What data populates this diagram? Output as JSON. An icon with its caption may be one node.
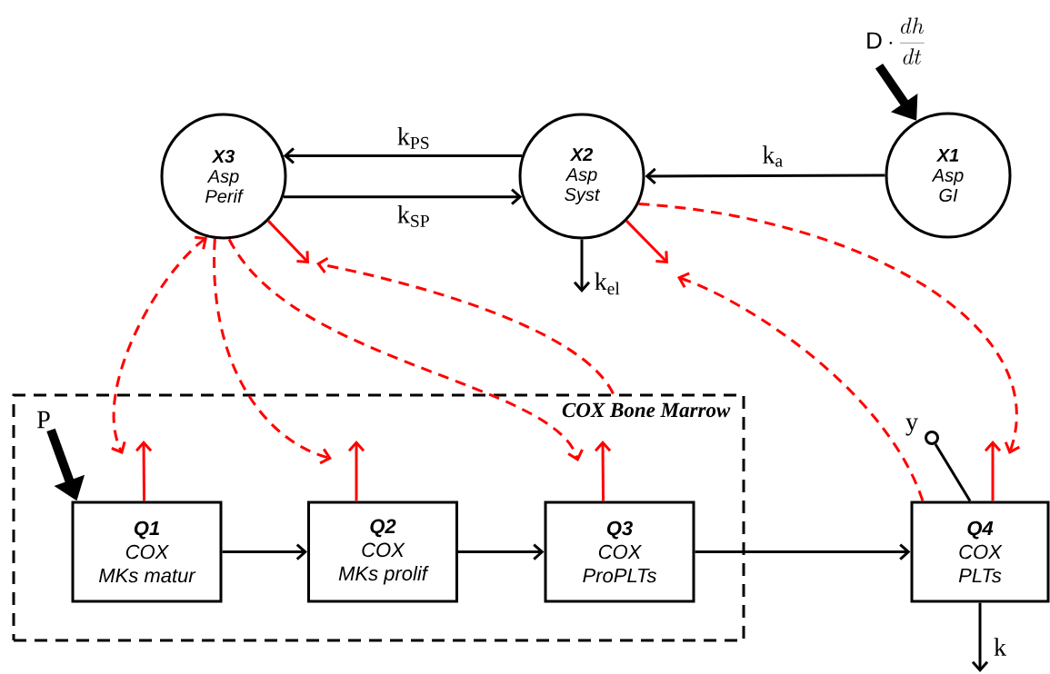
{
  "diagram": {
    "nodes": [
      {
        "text": [
          "X3",
          "Asp Perif"
        ]
      },
      {
        "text": [
          "X2",
          "Asp Syst"
        ]
      },
      {
        "text": [
          "X1",
          "Asp GI"
        ]
      },
      {
        "text": [
          "COX Bone Marrow"
        ]
      },
      {
        "text": [
          "Q1",
          "COX",
          "MKs matur"
        ],
        "in": 3
      },
      {
        "text": [
          "Q2",
          "COX",
          "MKs prolif"
        ],
        "in": 3
      },
      {
        "text": [
          "Q3",
          "COX",
          "ProPLTs"
        ],
        "in": 3
      },
      {
        "text": [
          "Q4",
          "COX",
          "PLTs"
        ]
      },
      {
        "text": [
          "\\mathrm{D}\\cdot\\frac{dh}{dt}"
        ]
      },
      {
        "text": [
          "P"
        ],
        "in": 3
      },
      {
        "text": [],
        "shape": "circle",
        "beside": [
          "y"
        ]
      }
    ],
    "edges": [
      {
        "from": 1,
        "to": 0,
        "arrow": "to",
        "label": "k$_{PS}$",
        "color": "#000000"
      },
      {
        "from": 0,
        "to": 1,
        "arrow": "to",
        "label": "k$_{SP}$",
        "color": "#000000"
      },
      {
        "from": 2,
        "to": 1,
        "arrow": "to",
        "label": "k$_{a}$",
        "color": "#000000"
      },
      {
        "from": 1,
        "to": null,
        "arrow": "to",
        "label": "k$_{el}$",
        "color": "#000000"
      },
      {
        "from": 4,
        "to": 5,
        "arrow": "to",
        "color": "#000000"
      },
      {
        "from": 5,
        "to": 6,
        "arrow": "to",
        "color": "#000000"
      },
      {
        "from": 6,
        "to": 7,
        "arrow": "to",
        "color": "#000000"
      },
      {
        "from": 7,
        "to": null,
        "arrow": "to",
        "label": "k",
        "color": "#000000"
      },
      {
        "from": 8,
        "to": 2,
        "arrow": "to",
        "style": "thick",
        "color": "#000000"
      },
      {
        "from": 9,
        "to": 4,
        "arrow": "to",
        "style": "thick",
        "color": "#000000"
      },
      {
        "from": 7,
        "to": 10,
        "arrow": "none",
        "color": "#000000"
      },
      {
        "from": 0,
        "to": null,
        "arrow": "to",
        "color": "#ff0000"
      },
      {
        "from": 1,
        "to": null,
        "arrow": "to",
        "color": "#ff0000"
      },
      {
        "from": 4,
        "to": null,
        "arrow": "to",
        "color": "#ff0000"
      },
      {
        "from": 5,
        "to": null,
        "arrow": "to",
        "color": "#ff0000"
      },
      {
        "from": 6,
        "to": null,
        "arrow": "to",
        "color": "#ff0000"
      },
      {
        "from": 7,
        "to": null,
        "arrow": "to",
        "color": "#ff0000"
      },
      {
        "from": 0,
        "to": null,
        "arrow": "both",
        "style": "dashed",
        "color": "#ff0000"
      },
      {
        "from": 0,
        "to": null,
        "arrow": "to",
        "style": "dashed",
        "color": "#ff0000"
      },
      {
        "from": 0,
        "to": null,
        "arrow": "to",
        "style": "dashed",
        "color": "#ff0000"
      },
      {
        "from": 3,
        "to": null,
        "arrow": "to",
        "style": "dashed",
        "color": "#ff0000"
      },
      {
        "from": 7,
        "to": null,
        "arrow": "to",
        "style": "dashed",
        "color": "#ff0000"
      },
      {
        "from": 1,
        "to": null,
        "arrow": "to",
        "style": "dashed",
        "color": "#ff0000"
      }
    ]
  }
}
